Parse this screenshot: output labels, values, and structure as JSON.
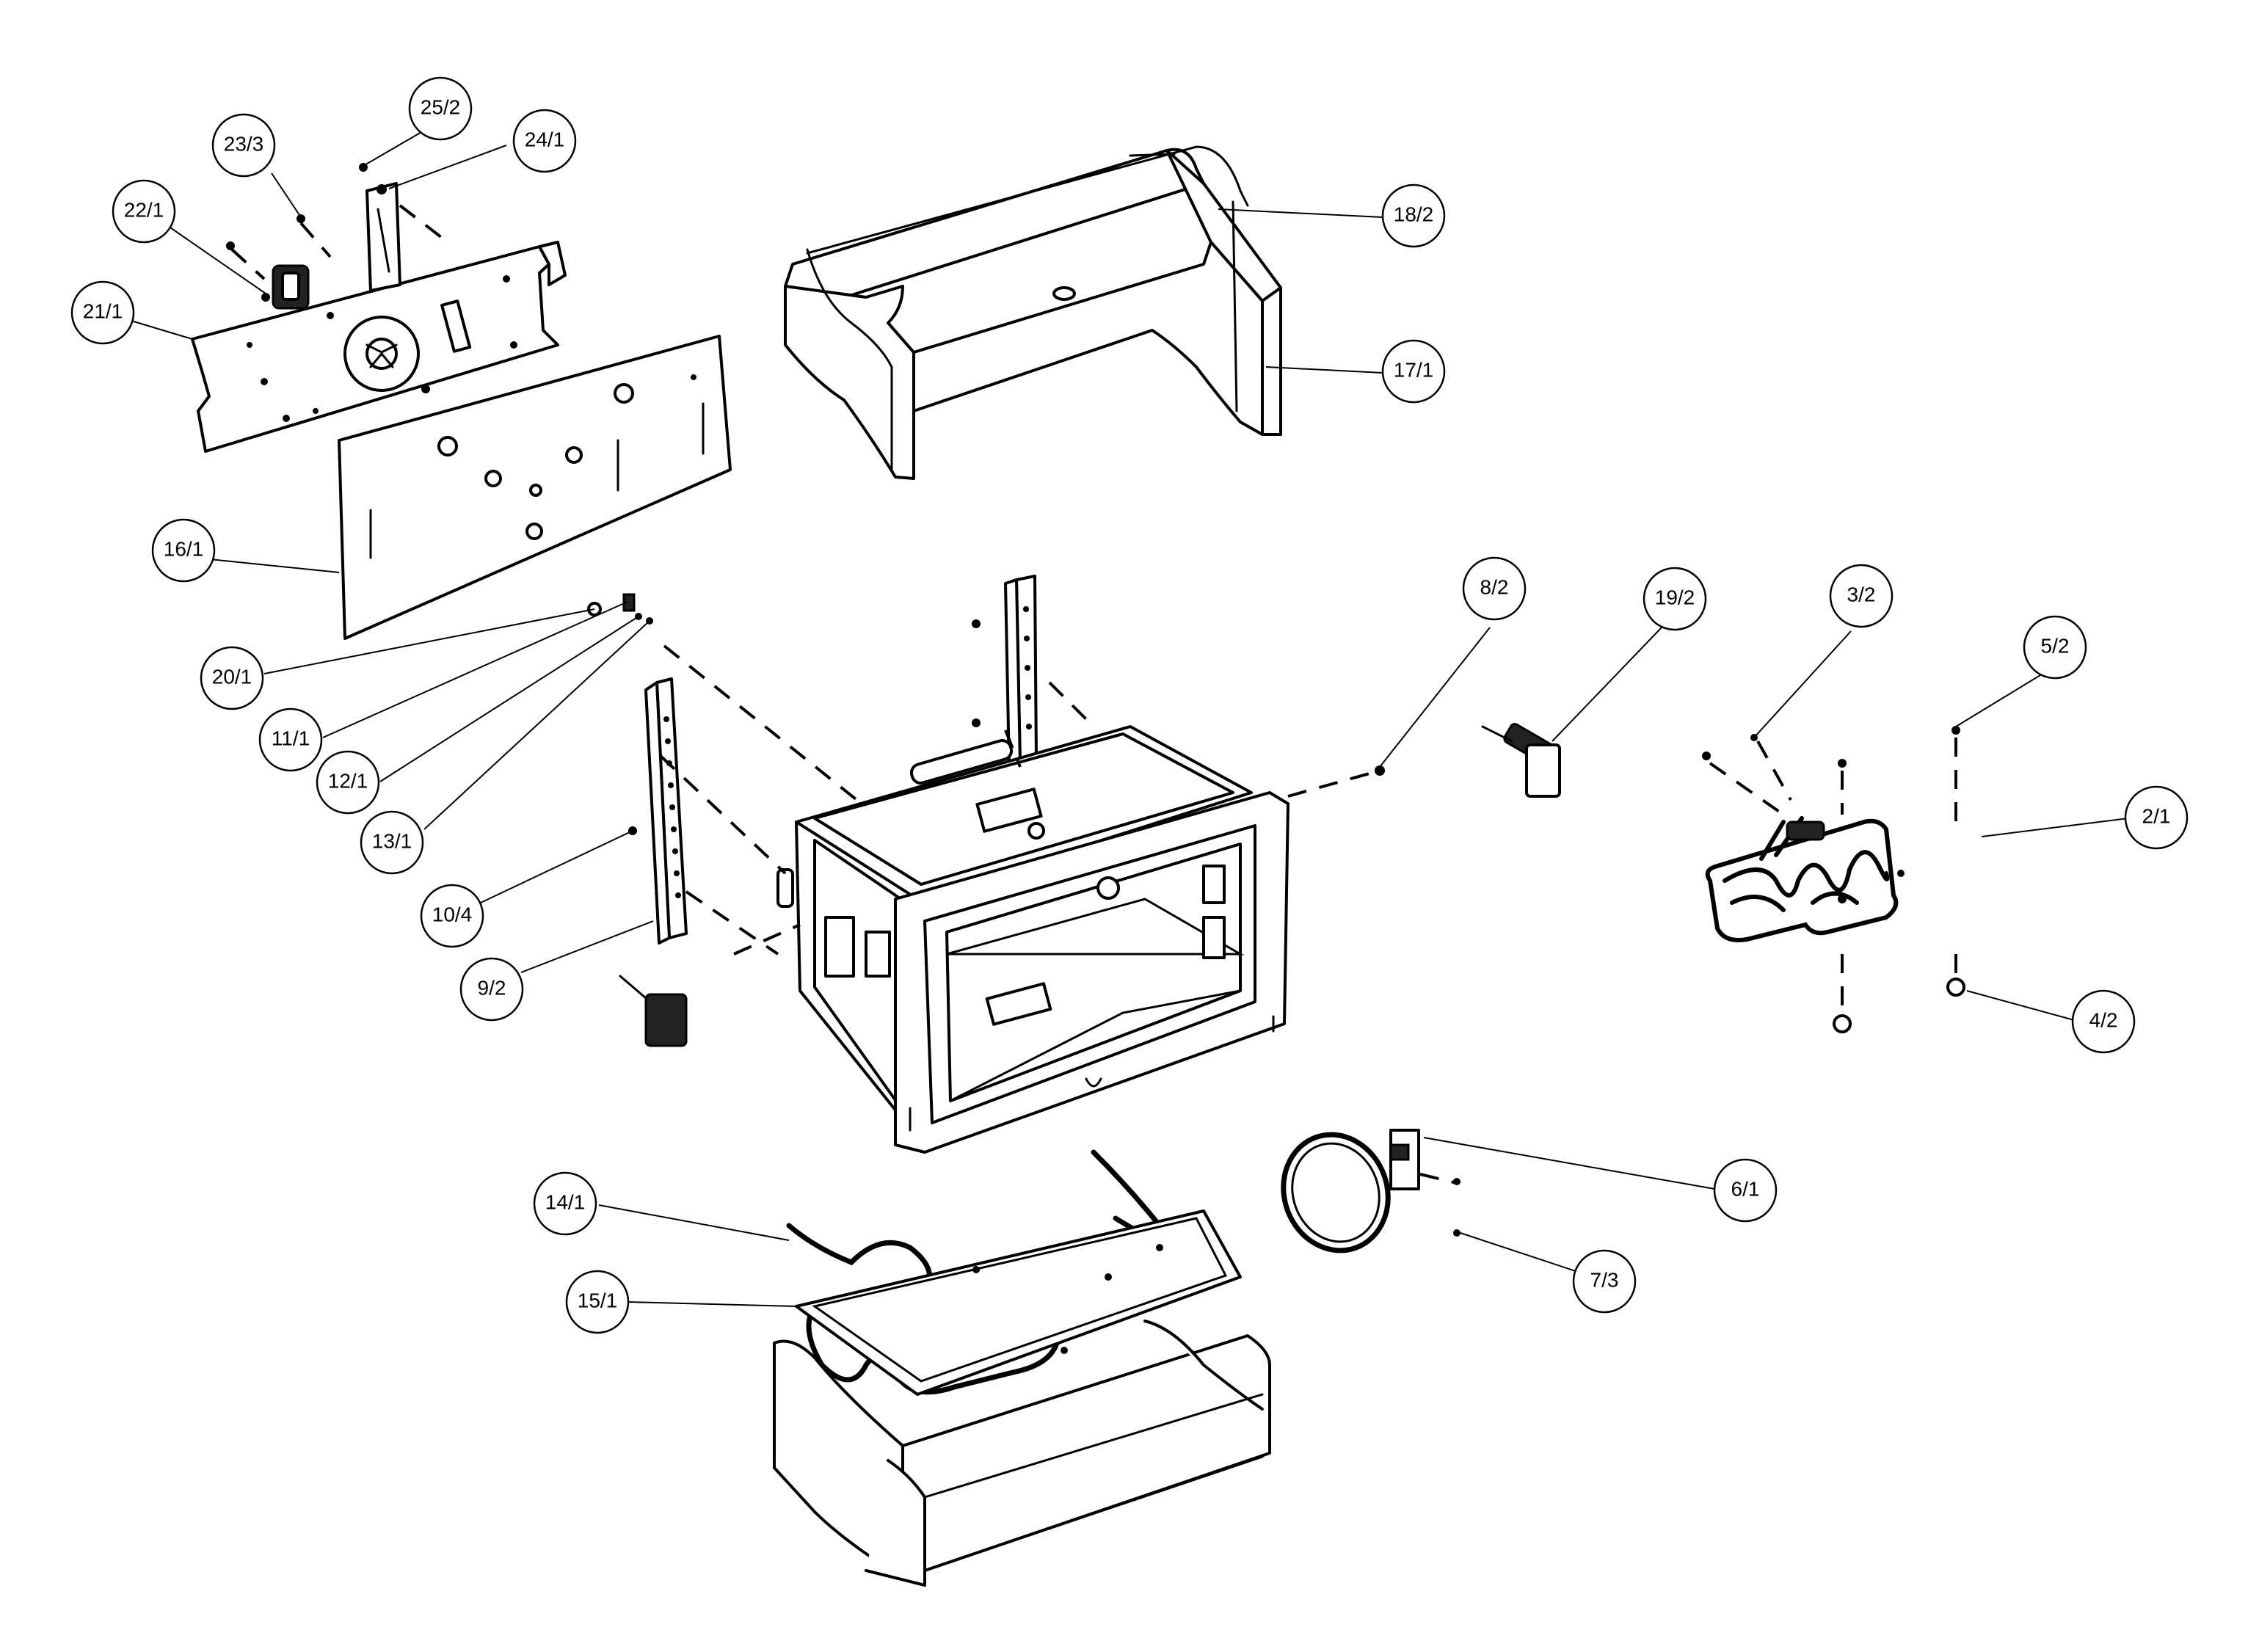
{
  "callouts": {
    "c25_2": "25/2",
    "c24_1": "24/1",
    "c23_3": "23/3",
    "c22_1": "22/1",
    "c21_1": "21/1",
    "c18_2": "18/2",
    "c17_1": "17/1",
    "c16_1": "16/1",
    "c20_1": "20/1",
    "c11_1": "11/1",
    "c12_1": "12/1",
    "c13_1": "13/1",
    "c10_4": "10/4",
    "c9_2": "9/2",
    "c8_2": "8/2",
    "c19_2": "19/2",
    "c3_2": "3/2",
    "c5_2": "5/2",
    "c2_1": "2/1",
    "c4_2": "4/2",
    "c6_1": "6/1",
    "c7_3": "7/3",
    "c14_1": "14/1",
    "c15_1": "15/1"
  }
}
